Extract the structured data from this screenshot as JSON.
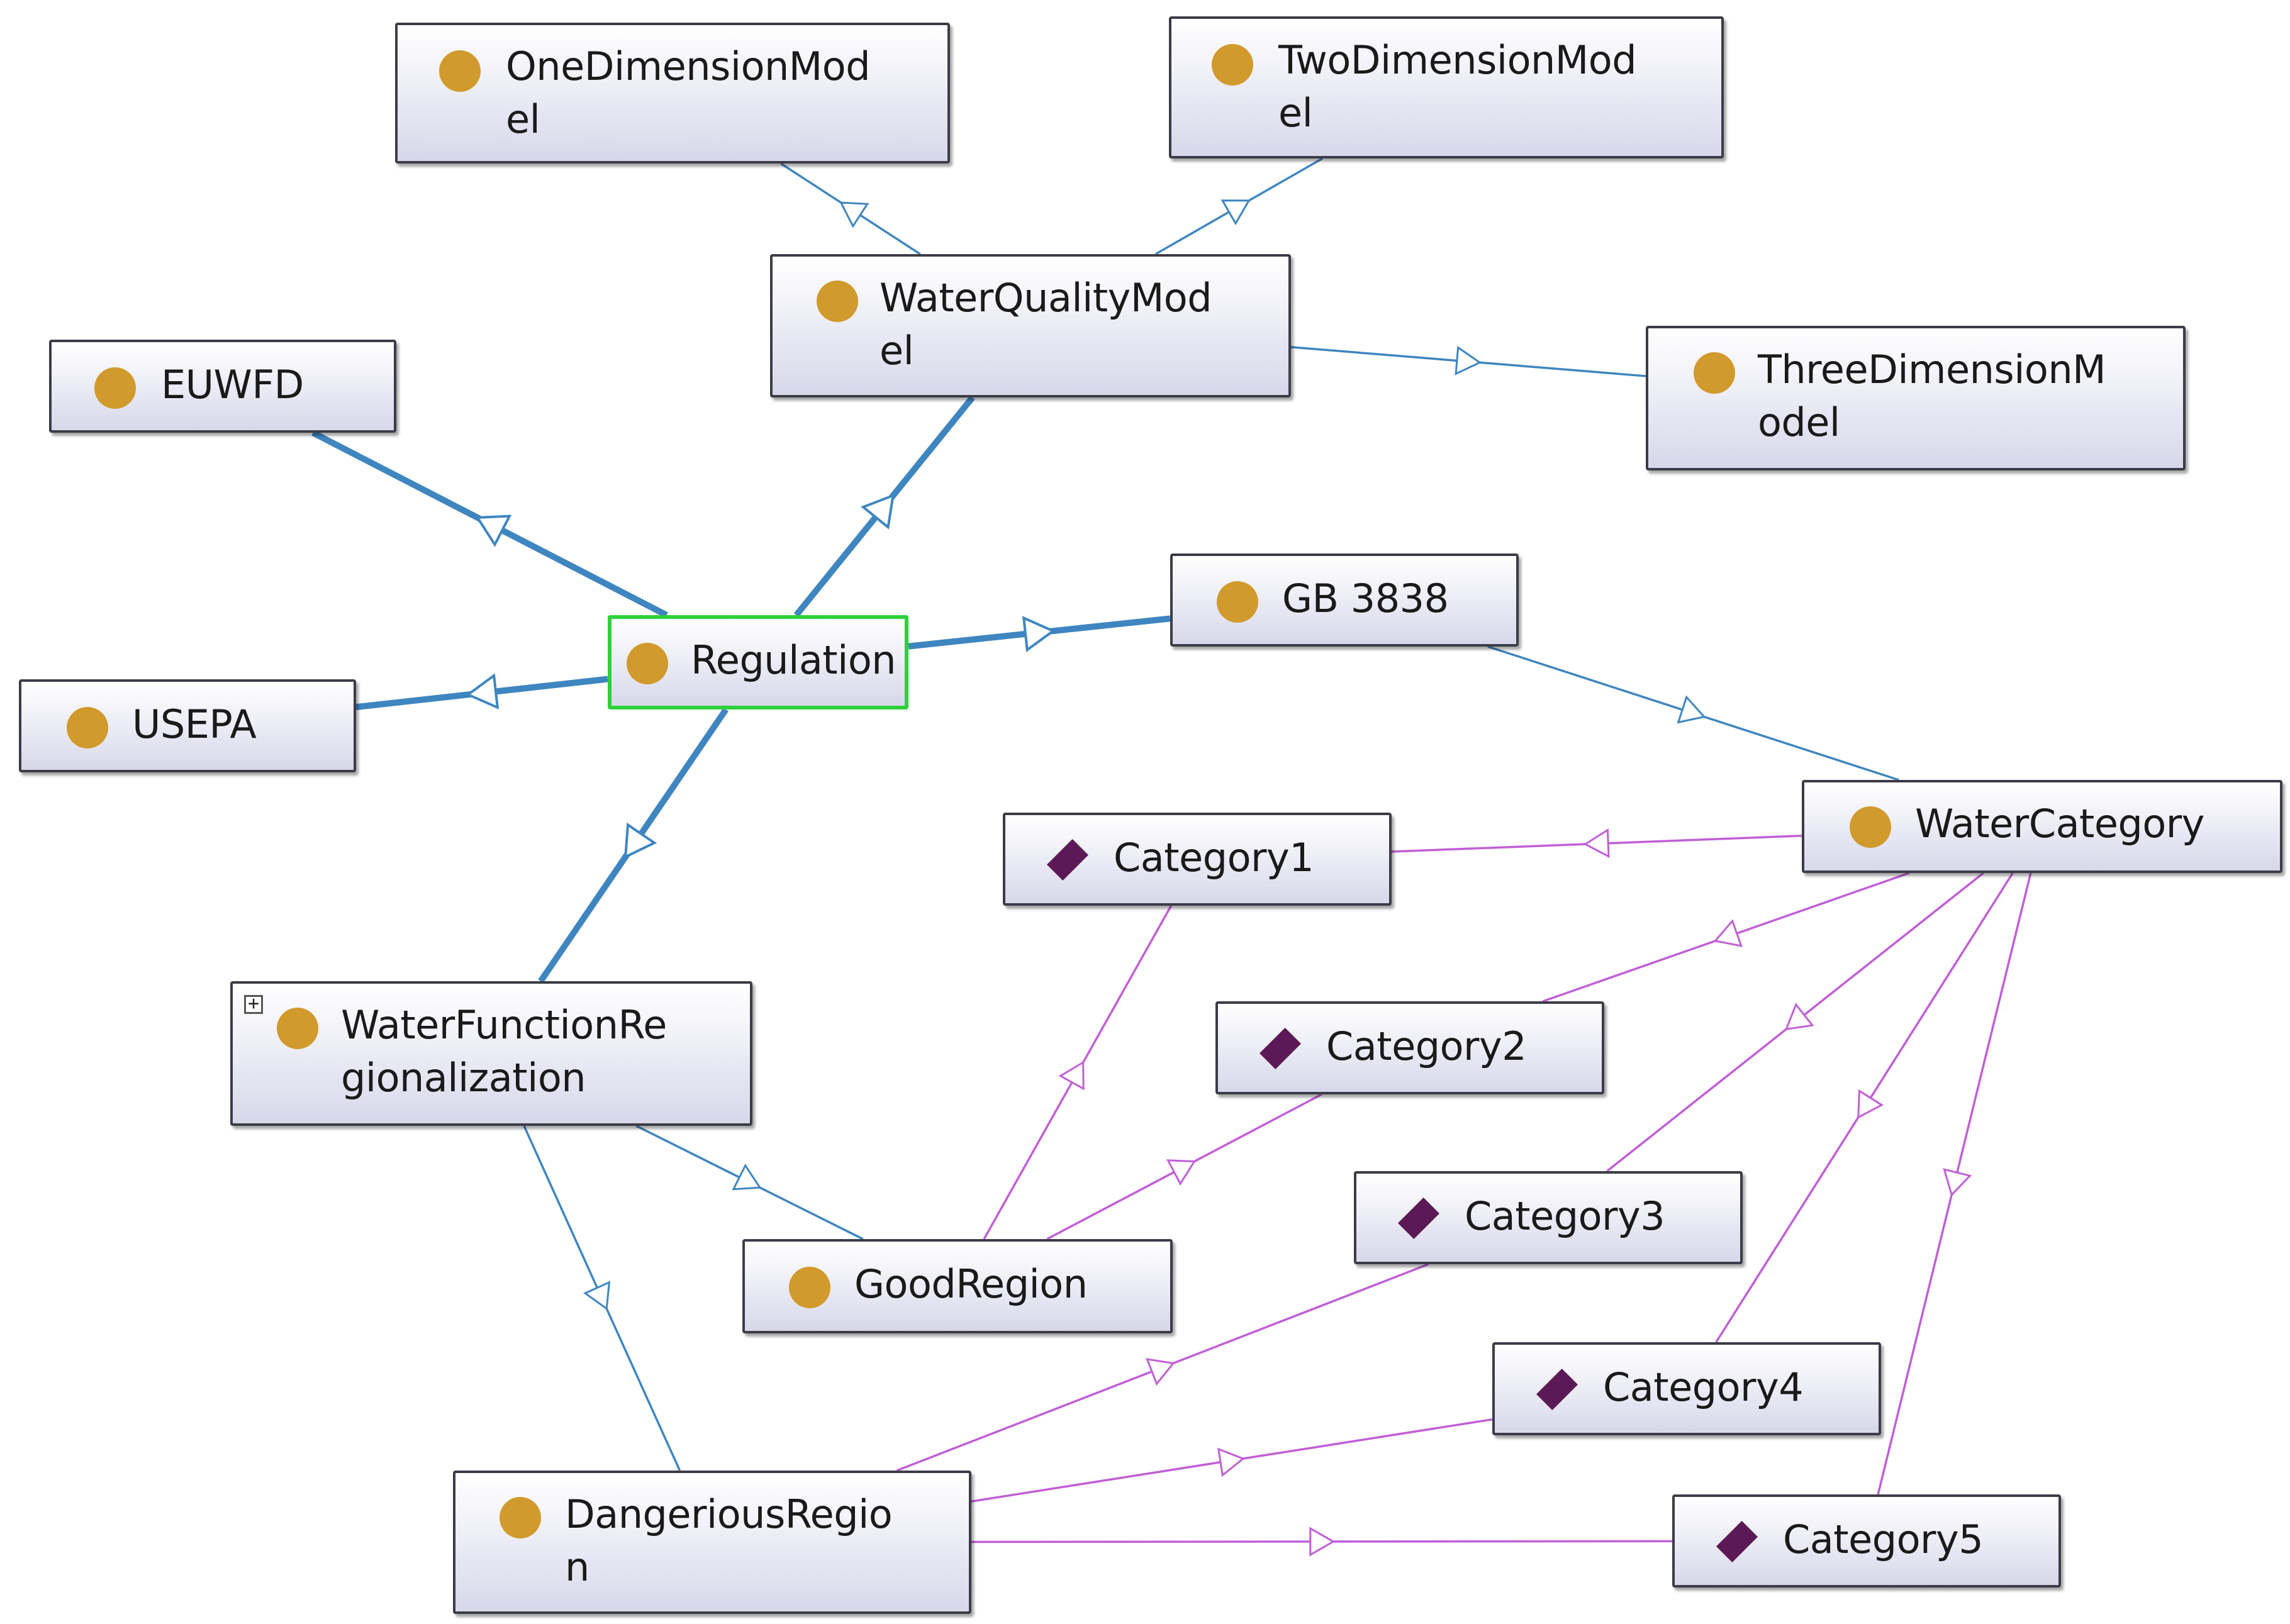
{
  "nodes": {
    "onedim": {
      "label": "OneDimensionMod\nel",
      "kind": "class"
    },
    "twodim": {
      "label": "TwoDimensionMod\nel",
      "kind": "class"
    },
    "wqm": {
      "label": "WaterQualityMod\nel",
      "kind": "class"
    },
    "threedim": {
      "label": "ThreeDimensionM\nodel",
      "kind": "class"
    },
    "euwfd": {
      "label": "EUWFD",
      "kind": "class"
    },
    "regulation": {
      "label": "Regulation",
      "kind": "class",
      "selected": true
    },
    "gb3838": {
      "label": "GB 3838",
      "kind": "class"
    },
    "usepa": {
      "label": "USEPA",
      "kind": "class"
    },
    "watercategory": {
      "label": "WaterCategory",
      "kind": "class"
    },
    "category1": {
      "label": "Category1",
      "kind": "individual"
    },
    "category2": {
      "label": "Category2",
      "kind": "individual"
    },
    "category3": {
      "label": "Category3",
      "kind": "individual"
    },
    "category4": {
      "label": "Category4",
      "kind": "individual"
    },
    "category5": {
      "label": "Category5",
      "kind": "individual"
    },
    "wfr": {
      "label": "WaterFunctionRe\ngionalization",
      "kind": "class",
      "expandable": true
    },
    "goodregion": {
      "label": "GoodRegion",
      "kind": "class"
    },
    "dangregion": {
      "label": "DangeriousRegio\nn",
      "kind": "class"
    }
  },
  "edges": [
    {
      "from": "regulation",
      "to": "euwfd",
      "type": "subclass-primary"
    },
    {
      "from": "regulation",
      "to": "wqm",
      "type": "subclass-primary"
    },
    {
      "from": "regulation",
      "to": "gb3838",
      "type": "subclass-primary"
    },
    {
      "from": "regulation",
      "to": "usepa",
      "type": "subclass-primary"
    },
    {
      "from": "regulation",
      "to": "wfr",
      "type": "subclass-primary"
    },
    {
      "from": "wqm",
      "to": "onedim",
      "type": "subclass"
    },
    {
      "from": "wqm",
      "to": "twodim",
      "type": "subclass"
    },
    {
      "from": "wqm",
      "to": "threedim",
      "type": "subclass"
    },
    {
      "from": "gb3838",
      "to": "watercategory",
      "type": "subclass"
    },
    {
      "from": "wfr",
      "to": "goodregion",
      "type": "subclass"
    },
    {
      "from": "wfr",
      "to": "dangregion",
      "type": "subclass"
    },
    {
      "from": "watercategory",
      "to": "category1",
      "type": "instance"
    },
    {
      "from": "watercategory",
      "to": "category2",
      "type": "instance"
    },
    {
      "from": "watercategory",
      "to": "category3",
      "type": "instance"
    },
    {
      "from": "watercategory",
      "to": "category4",
      "type": "instance"
    },
    {
      "from": "watercategory",
      "to": "category5",
      "type": "instance"
    },
    {
      "from": "goodregion",
      "to": "category1",
      "type": "instance"
    },
    {
      "from": "goodregion",
      "to": "category2",
      "type": "instance"
    },
    {
      "from": "dangregion",
      "to": "category3",
      "type": "instance"
    },
    {
      "from": "dangregion",
      "to": "category4",
      "type": "instance"
    },
    {
      "from": "dangregion",
      "to": "category5",
      "type": "instance"
    }
  ],
  "colors": {
    "class_dot": "#d19a2c",
    "individual_diamond": "#5b1a55",
    "subclass_edge": "#3f86c0",
    "instance_edge": "#c15fd6",
    "selected_border": "#2ed13a"
  },
  "icons": {
    "class": "circle-icon",
    "individual": "diamond-icon",
    "expand": "plus-box-icon"
  }
}
